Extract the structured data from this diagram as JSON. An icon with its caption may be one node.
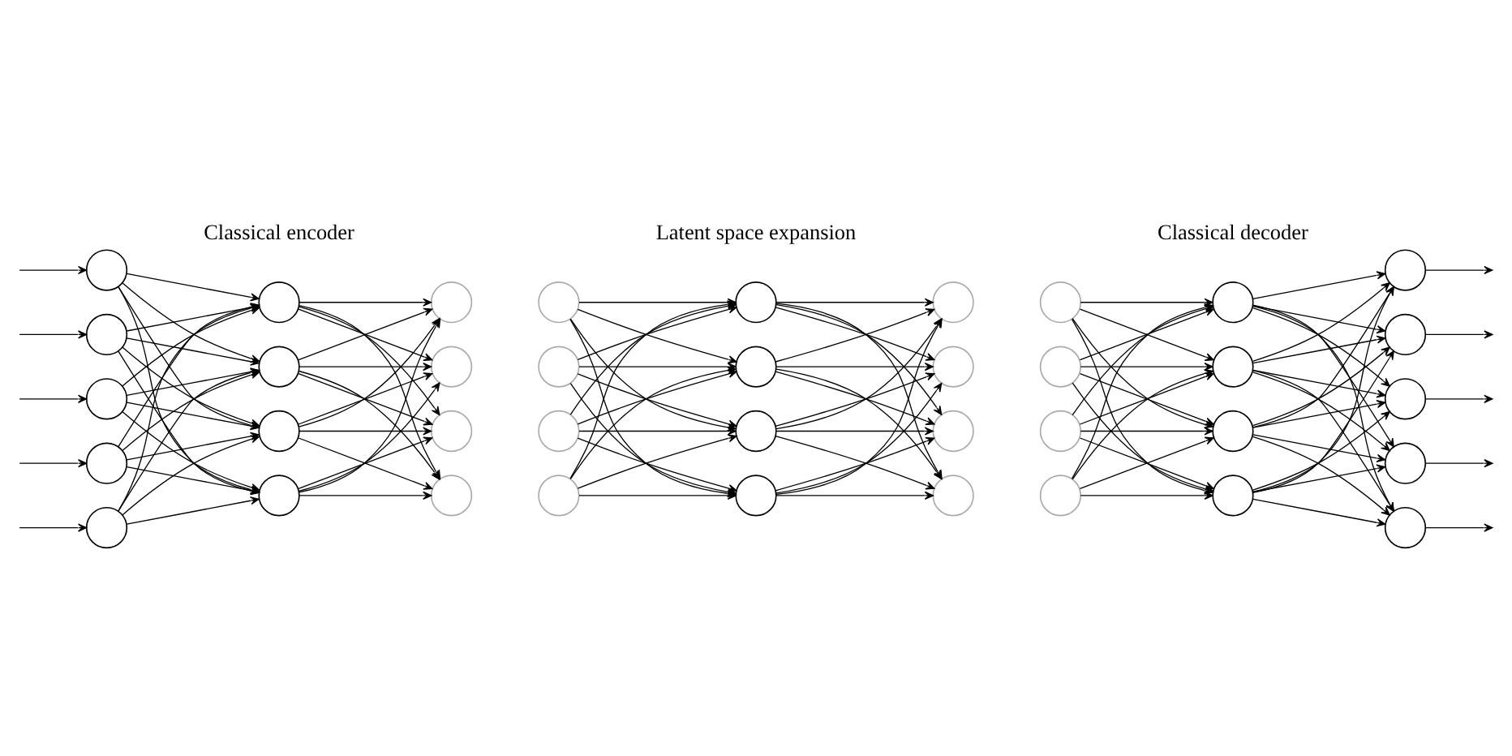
{
  "diagram": {
    "nodes": [
      {
        "text": [],
        "shape": "circle"
      },
      {
        "text": [],
        "shape": "circle"
      },
      {
        "text": [],
        "shape": "circle"
      },
      {
        "text": [],
        "shape": "circle"
      },
      {
        "text": [],
        "shape": "circle"
      },
      {
        "text": [],
        "shape": "circle"
      },
      {
        "text": [],
        "shape": "circle"
      },
      {
        "text": [],
        "shape": "circle"
      },
      {
        "text": [],
        "shape": "circle"
      },
      {
        "text": [],
        "shape": "circle"
      },
      {
        "text": [],
        "shape": "circle"
      },
      {
        "text": [],
        "shape": "circle"
      },
      {
        "text": [],
        "shape": "circle"
      },
      {
        "text": [],
        "shape": "circle"
      },
      {
        "text": [],
        "shape": "circle"
      },
      {
        "text": [],
        "shape": "circle"
      },
      {
        "text": [],
        "shape": "circle"
      },
      {
        "text": [],
        "shape": "circle"
      },
      {
        "text": [],
        "shape": "circle"
      },
      {
        "text": [],
        "shape": "circle"
      },
      {
        "text": [],
        "shape": "circle"
      },
      {
        "text": [],
        "shape": "circle"
      },
      {
        "text": [],
        "shape": "circle"
      },
      {
        "text": [],
        "shape": "circle"
      },
      {
        "text": [],
        "shape": "circle"
      },
      {
        "text": [],
        "shape": "circle"
      },
      {
        "text": [],
        "shape": "circle"
      },
      {
        "text": [],
        "shape": "circle"
      },
      {
        "text": [],
        "shape": "circle"
      },
      {
        "text": [],
        "shape": "circle"
      },
      {
        "text": [],
        "shape": "circle"
      },
      {
        "text": [],
        "shape": "circle"
      },
      {
        "text": [],
        "shape": "circle"
      },
      {
        "text": [],
        "shape": "circle"
      },
      {
        "text": [],
        "shape": "circle"
      },
      {
        "text": [],
        "shape": "circle"
      },
      {
        "text": [],
        "shape": "circle"
      },
      {
        "text": [],
        "shape": "circle"
      }
    ],
    "edges": [
      {
        "from": null,
        "to": 0,
        "arrow": "to"
      },
      {
        "from": null,
        "to": 1,
        "arrow": "to"
      },
      {
        "from": null,
        "to": 2,
        "arrow": "to"
      },
      {
        "from": null,
        "to": 3,
        "arrow": "to"
      },
      {
        "from": null,
        "to": 4,
        "arrow": "to"
      },
      {
        "from": 0,
        "to": 5,
        "arrow": "to"
      },
      {
        "from": 0,
        "to": 6,
        "arrow": "to"
      },
      {
        "from": 0,
        "to": 7,
        "arrow": "to"
      },
      {
        "from": 0,
        "to": 8,
        "arrow": "to"
      },
      {
        "from": 1,
        "to": 5,
        "arrow": "to"
      },
      {
        "from": 1,
        "to": 6,
        "arrow": "to"
      },
      {
        "from": 1,
        "to": 7,
        "arrow": "to"
      },
      {
        "from": 1,
        "to": 8,
        "arrow": "to"
      },
      {
        "from": 2,
        "to": 5,
        "arrow": "to"
      },
      {
        "from": 2,
        "to": 6,
        "arrow": "to"
      },
      {
        "from": 2,
        "to": 7,
        "arrow": "to"
      },
      {
        "from": 2,
        "to": 8,
        "arrow": "to"
      },
      {
        "from": 3,
        "to": 5,
        "arrow": "to"
      },
      {
        "from": 3,
        "to": 6,
        "arrow": "to"
      },
      {
        "from": 3,
        "to": 7,
        "arrow": "to"
      },
      {
        "from": 3,
        "to": 8,
        "arrow": "to"
      },
      {
        "from": 4,
        "to": 5,
        "arrow": "to"
      },
      {
        "from": 4,
        "to": 6,
        "arrow": "to"
      },
      {
        "from": 4,
        "to": 7,
        "arrow": "to"
      },
      {
        "from": 4,
        "to": 8,
        "arrow": "to"
      },
      {
        "from": 5,
        "to": 9,
        "arrow": "to"
      },
      {
        "from": 5,
        "to": 10,
        "arrow": "to"
      },
      {
        "from": 5,
        "to": 11,
        "arrow": "to"
      },
      {
        "from": 5,
        "to": 12,
        "arrow": "to"
      },
      {
        "from": 6,
        "to": 9,
        "arrow": "to"
      },
      {
        "from": 6,
        "to": 10,
        "arrow": "to"
      },
      {
        "from": 6,
        "to": 11,
        "arrow": "to"
      },
      {
        "from": 6,
        "to": 12,
        "arrow": "to"
      },
      {
        "from": 7,
        "to": 9,
        "arrow": "to"
      },
      {
        "from": 7,
        "to": 10,
        "arrow": "to"
      },
      {
        "from": 7,
        "to": 11,
        "arrow": "to"
      },
      {
        "from": 7,
        "to": 12,
        "arrow": "to"
      },
      {
        "from": 8,
        "to": 9,
        "arrow": "to"
      },
      {
        "from": 8,
        "to": 10,
        "arrow": "to"
      },
      {
        "from": 8,
        "to": 11,
        "arrow": "to"
      },
      {
        "from": 8,
        "to": 12,
        "arrow": "to"
      },
      {
        "from": 13,
        "to": 17,
        "arrow": "to"
      },
      {
        "from": 13,
        "to": 18,
        "arrow": "to"
      },
      {
        "from": 13,
        "to": 19,
        "arrow": "to"
      },
      {
        "from": 13,
        "to": 20,
        "arrow": "to"
      },
      {
        "from": 14,
        "to": 17,
        "arrow": "to"
      },
      {
        "from": 14,
        "to": 18,
        "arrow": "to"
      },
      {
        "from": 14,
        "to": 19,
        "arrow": "to"
      },
      {
        "from": 14,
        "to": 20,
        "arrow": "to"
      },
      {
        "from": 15,
        "to": 17,
        "arrow": "to"
      },
      {
        "from": 15,
        "to": 18,
        "arrow": "to"
      },
      {
        "from": 15,
        "to": 19,
        "arrow": "to"
      },
      {
        "from": 15,
        "to": 20,
        "arrow": "to"
      },
      {
        "from": 16,
        "to": 17,
        "arrow": "to"
      },
      {
        "from": 16,
        "to": 18,
        "arrow": "to"
      },
      {
        "from": 16,
        "to": 19,
        "arrow": "to"
      },
      {
        "from": 16,
        "to": 20,
        "arrow": "to"
      },
      {
        "from": 17,
        "to": 21,
        "arrow": "to"
      },
      {
        "from": 17,
        "to": 22,
        "arrow": "to"
      },
      {
        "from": 17,
        "to": 23,
        "arrow": "to"
      },
      {
        "from": 17,
        "to": 24,
        "arrow": "to"
      },
      {
        "from": 18,
        "to": 21,
        "arrow": "to"
      },
      {
        "from": 18,
        "to": 22,
        "arrow": "to"
      },
      {
        "from": 18,
        "to": 23,
        "arrow": "to"
      },
      {
        "from": 18,
        "to": 24,
        "arrow": "to"
      },
      {
        "from": 19,
        "to": 21,
        "arrow": "to"
      },
      {
        "from": 19,
        "to": 22,
        "arrow": "to"
      },
      {
        "from": 19,
        "to": 23,
        "arrow": "to"
      },
      {
        "from": 19,
        "to": 24,
        "arrow": "to"
      },
      {
        "from": 20,
        "to": 21,
        "arrow": "to"
      },
      {
        "from": 20,
        "to": 22,
        "arrow": "to"
      },
      {
        "from": 20,
        "to": 23,
        "arrow": "to"
      },
      {
        "from": 20,
        "to": 24,
        "arrow": "to"
      },
      {
        "from": 25,
        "to": 29,
        "arrow": "to"
      },
      {
        "from": 25,
        "to": 30,
        "arrow": "to"
      },
      {
        "from": 25,
        "to": 31,
        "arrow": "to"
      },
      {
        "from": 25,
        "to": 32,
        "arrow": "to"
      },
      {
        "from": 26,
        "to": 29,
        "arrow": "to"
      },
      {
        "from": 26,
        "to": 30,
        "arrow": "to"
      },
      {
        "from": 26,
        "to": 31,
        "arrow": "to"
      },
      {
        "from": 26,
        "to": 32,
        "arrow": "to"
      },
      {
        "from": 27,
        "to": 29,
        "arrow": "to"
      },
      {
        "from": 27,
        "to": 30,
        "arrow": "to"
      },
      {
        "from": 27,
        "to": 31,
        "arrow": "to"
      },
      {
        "from": 27,
        "to": 32,
        "arrow": "to"
      },
      {
        "from": 28,
        "to": 29,
        "arrow": "to"
      },
      {
        "from": 28,
        "to": 30,
        "arrow": "to"
      },
      {
        "from": 28,
        "to": 31,
        "arrow": "to"
      },
      {
        "from": 28,
        "to": 32,
        "arrow": "to"
      },
      {
        "from": 29,
        "to": 33,
        "arrow": "to"
      },
      {
        "from": 29,
        "to": 34,
        "arrow": "to"
      },
      {
        "from": 29,
        "to": 35,
        "arrow": "to"
      },
      {
        "from": 29,
        "to": 36,
        "arrow": "to"
      },
      {
        "from": 29,
        "to": 37,
        "arrow": "to"
      },
      {
        "from": 30,
        "to": 33,
        "arrow": "to"
      },
      {
        "from": 30,
        "to": 34,
        "arrow": "to"
      },
      {
        "from": 30,
        "to": 35,
        "arrow": "to"
      },
      {
        "from": 30,
        "to": 36,
        "arrow": "to"
      },
      {
        "from": 30,
        "to": 37,
        "arrow": "to"
      },
      {
        "from": 31,
        "to": 33,
        "arrow": "to"
      },
      {
        "from": 31,
        "to": 34,
        "arrow": "to"
      },
      {
        "from": 31,
        "to": 35,
        "arrow": "to"
      },
      {
        "from": 31,
        "to": 36,
        "arrow": "to"
      },
      {
        "from": 31,
        "to": 37,
        "arrow": "to"
      },
      {
        "from": 32,
        "to": 33,
        "arrow": "to"
      },
      {
        "from": 32,
        "to": 34,
        "arrow": "to"
      },
      {
        "from": 32,
        "to": 35,
        "arrow": "to"
      },
      {
        "from": 32,
        "to": 36,
        "arrow": "to"
      },
      {
        "from": 32,
        "to": 37,
        "arrow": "to"
      },
      {
        "from": 33,
        "to": null,
        "arrow": "to"
      },
      {
        "from": 34,
        "to": null,
        "arrow": "to"
      },
      {
        "from": 35,
        "to": null,
        "arrow": "to"
      },
      {
        "from": 36,
        "to": null,
        "arrow": "to"
      },
      {
        "from": 37,
        "to": null,
        "arrow": "to"
      }
    ],
    "labels": [
      "Classical encoder",
      "Latent space expansion",
      "Classical decoder"
    ]
  }
}
